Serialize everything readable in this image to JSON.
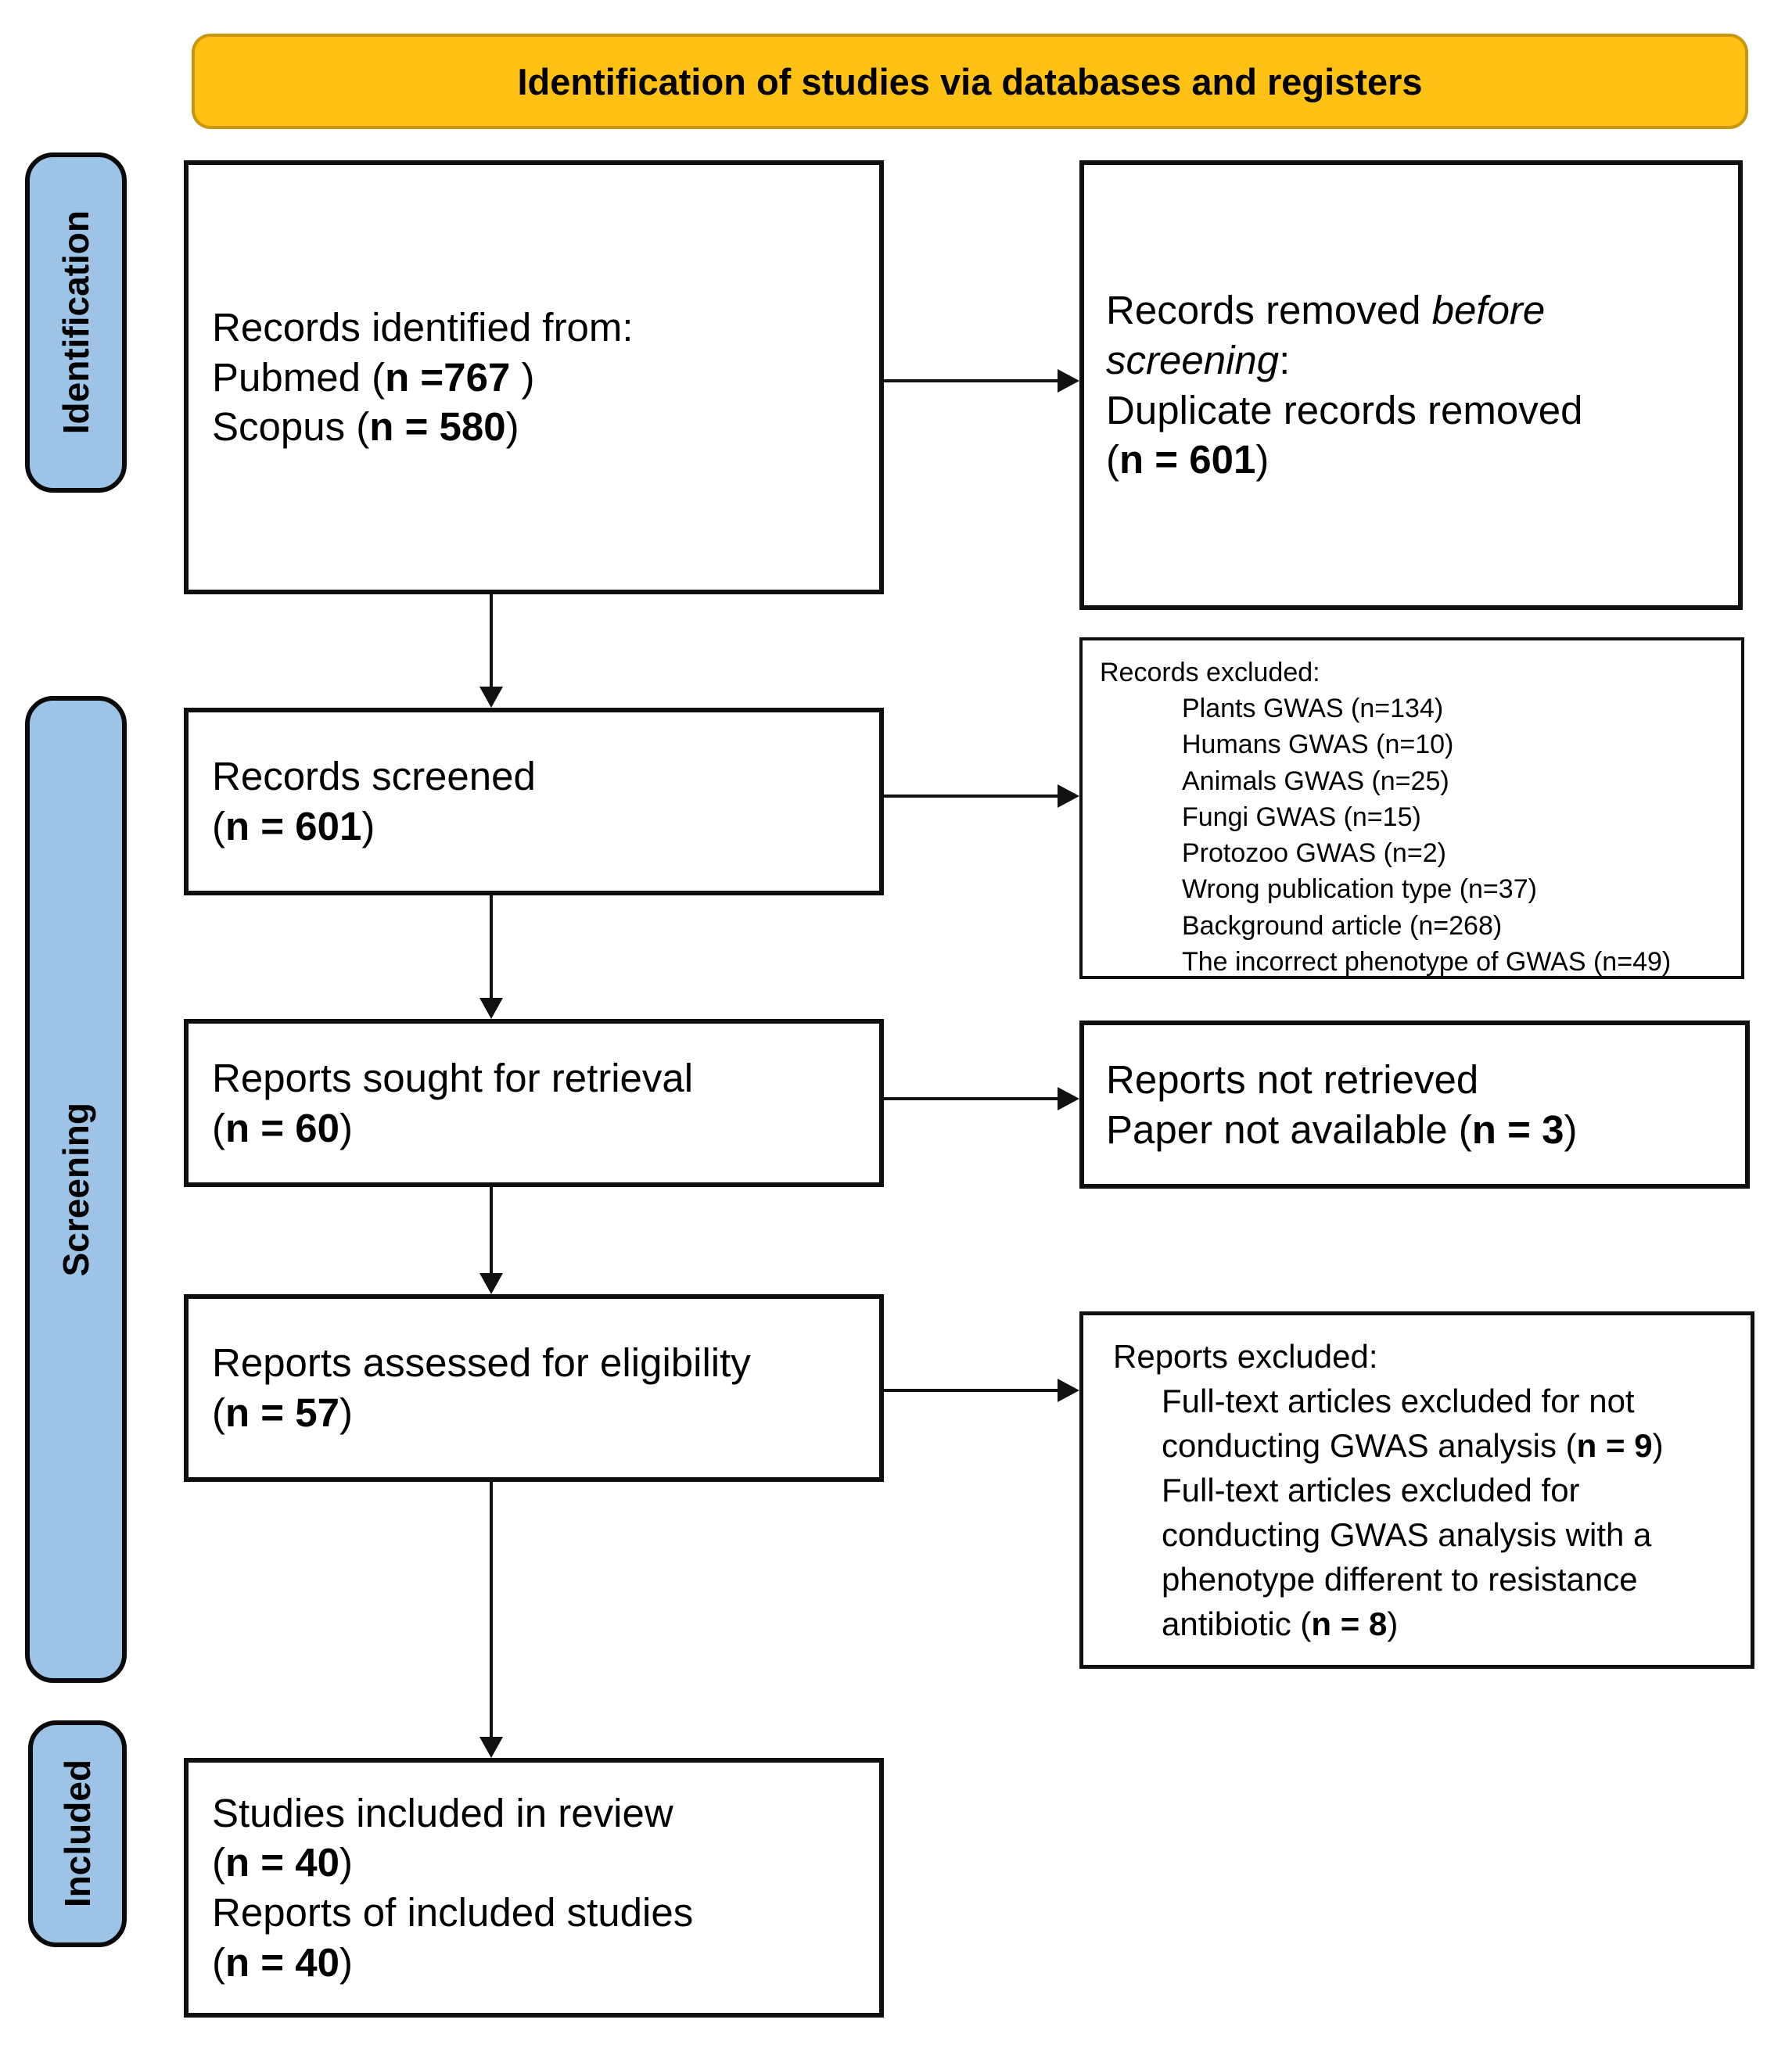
{
  "banner": {
    "label": "Identification of studies via databases and registers"
  },
  "sidebar": {
    "identification": "Identification",
    "screening": "Screening",
    "included": "Included"
  },
  "boxes": {
    "records_identified": {
      "title": "Records identified from:",
      "items": [
        {
          "pre": "Pubmed (",
          "n": "n =767",
          "post": " )"
        },
        {
          "pre": "Scopus (",
          "n": "n = 580",
          "post": ")"
        }
      ]
    },
    "records_removed": {
      "l1_pre": "Records removed ",
      "l1_italic": "before",
      "l2_italic": "screening",
      "l2_post": ":",
      "item": "Duplicate records removed",
      "n_pre": "(",
      "n": "n = 601",
      "n_post": ")"
    },
    "records_screened": {
      "title": "Records screened",
      "n_pre": "(",
      "n": "n = 601",
      "n_post": ")"
    },
    "records_excluded": {
      "title": "Records excluded:",
      "items": [
        "Plants GWAS (n=134)",
        "Humans GWAS (n=10)",
        "Animals GWAS (n=25)",
        "Fungi GWAS (n=15)",
        "Protozoo GWAS (n=2)",
        "Wrong publication type (n=37)",
        "Background article (n=268)",
        "The incorrect phenotype of GWAS (n=49)"
      ]
    },
    "reports_sought": {
      "title": "Reports sought for retrieval",
      "n_pre": "(",
      "n": "n = 60",
      "n_post": ")"
    },
    "reports_not_retrieved": {
      "line1": "Reports not retrieved",
      "line2_pre": "Paper not available (",
      "n": "n = 3",
      "n_post": ")"
    },
    "reports_assessed": {
      "title": "Reports assessed for eligibility",
      "n_pre": "(",
      "n": "n = 57",
      "n_post": ")"
    },
    "reports_excluded": {
      "title": "Reports excluded:",
      "items": [
        {
          "pre": "Full-text articles excluded for not conducting GWAS analysis (",
          "n": "n = 9",
          "post": ")"
        },
        {
          "pre": "Full-text articles excluded for conducting GWAS analysis with a phenotype different to resistance antibiotic (",
          "n": "n = 8",
          "post": ")"
        }
      ]
    },
    "studies_included": {
      "line1": "Studies included in review",
      "n1_pre": "(",
      "n1": "n = 40",
      "n1_post": ")",
      "line2": "Reports of included studies",
      "n2_pre": "(",
      "n2": "n = 40",
      "n2_post": ")"
    }
  },
  "colors": {
    "banner_bg": "#FFC113",
    "banner_border": "#C9970F",
    "sidebar_bg": "#9DC3E6",
    "box_border": "#0F0F0F",
    "background": "#FFFFFF"
  }
}
